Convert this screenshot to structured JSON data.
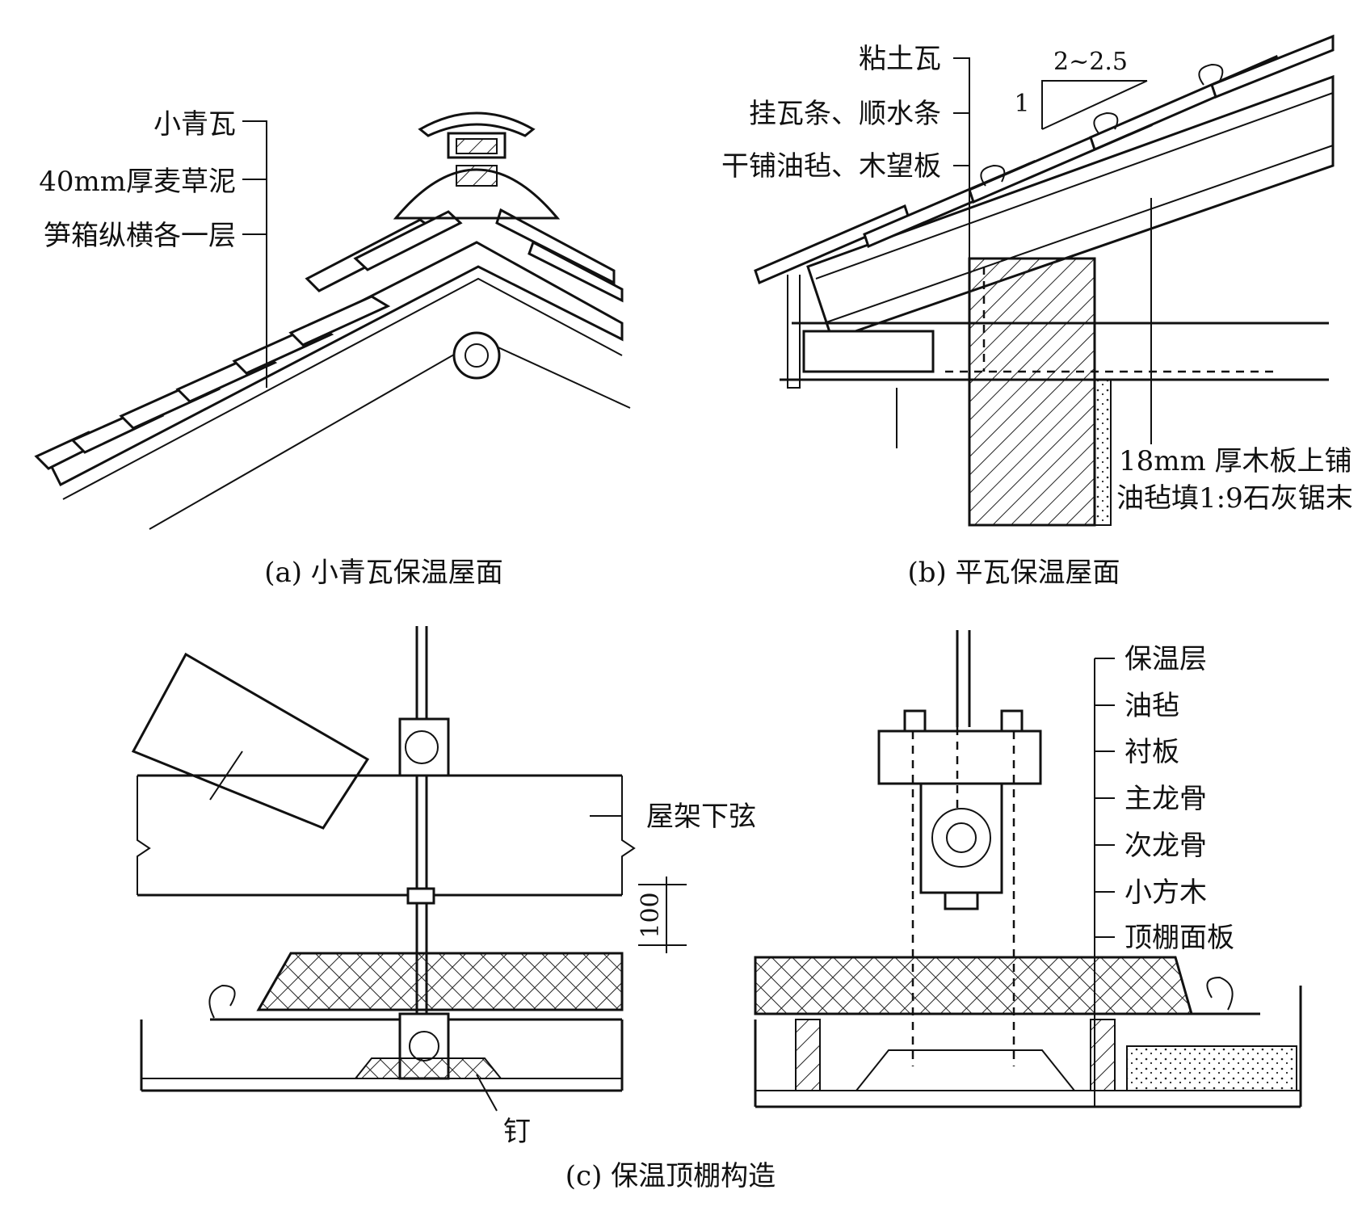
{
  "panel_a": {
    "labels": [
      "小青瓦",
      "40mm厚麦草泥",
      "笋箱纵横各一层"
    ],
    "caption": "(a) 小青瓦保温屋面"
  },
  "panel_b": {
    "labels": [
      "粘土瓦",
      "挂瓦条、顺水条",
      "干铺油毡、木望板"
    ],
    "slope_run": "2~2.5",
    "slope_rise": "1",
    "bottom_label_line1": "18mm 厚木板上铺",
    "bottom_label_line2": "油毡填1:9石灰锯末",
    "caption": "(b) 平瓦保温屋面"
  },
  "panel_c": {
    "truss_label": "屋架下弦",
    "dimension": "100",
    "nail_label": "钉",
    "layer_labels": [
      "保温层",
      "油毡",
      "衬板",
      "主龙骨",
      "次龙骨",
      "小方木",
      "顶棚面板"
    ],
    "caption": "(c) 保温顶棚构造"
  }
}
